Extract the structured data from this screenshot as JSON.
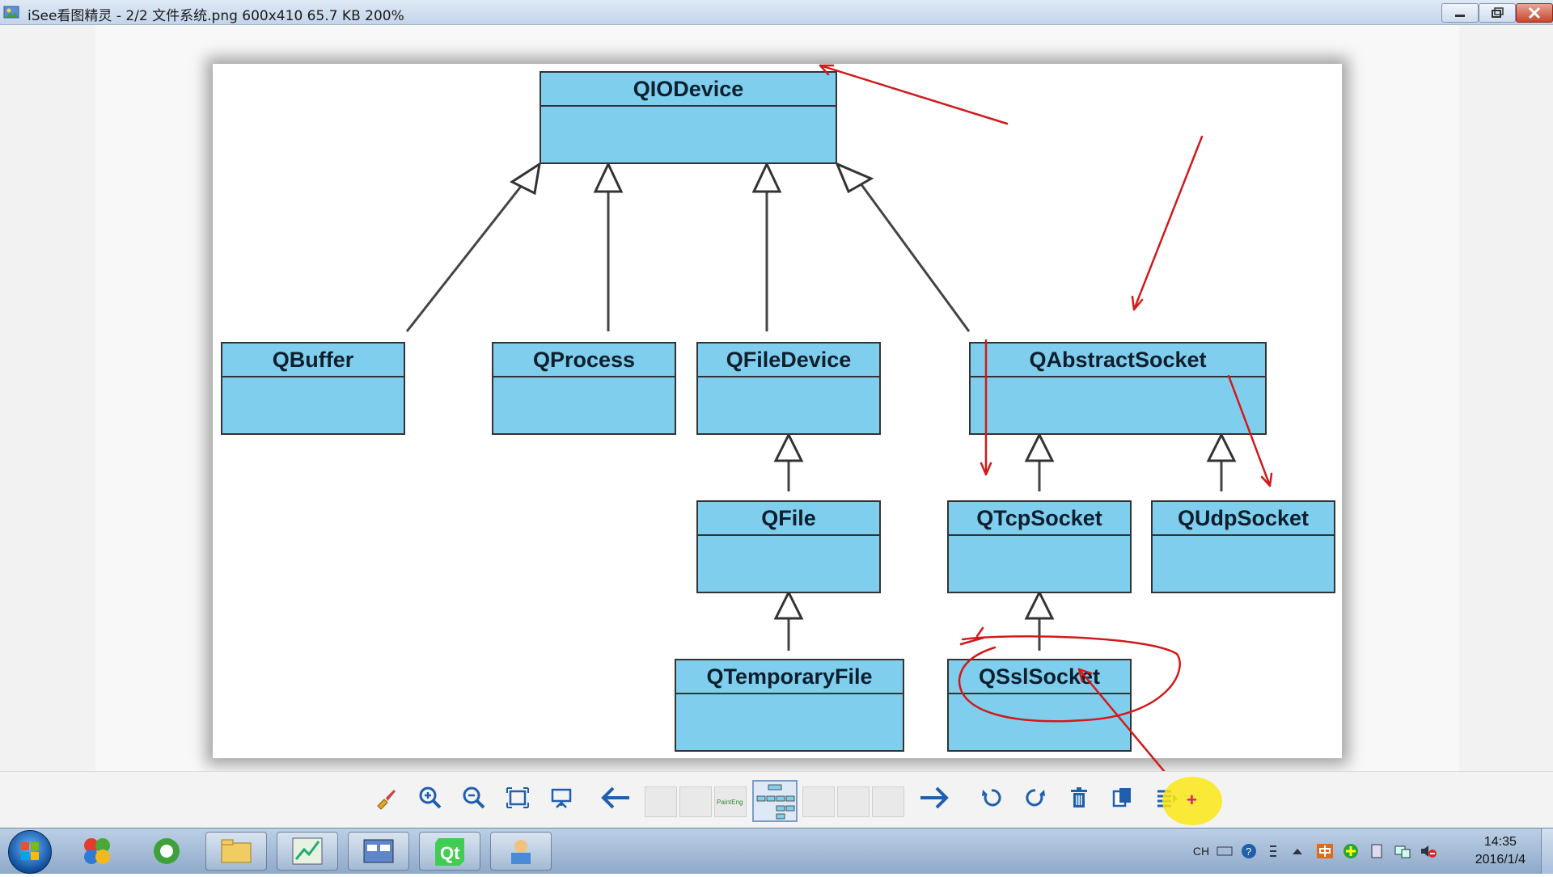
{
  "window": {
    "title": "iSee看图精灵 - 2/2  文件系统.png   600x410   65.7 KB   200%"
  },
  "diagram": {
    "classes": {
      "qiodevice": "QIODevice",
      "qbuffer": "QBuffer",
      "qprocess": "QProcess",
      "qfiledevice": "QFileDevice",
      "qabstractsocket": "QAbstractSocket",
      "qfile": "QFile",
      "qtcpsocket": "QTcpSocket",
      "qudpsocket": "QUdpSocket",
      "qtemporaryfile": "QTemporaryFile",
      "qsslsocket": "QSslSocket"
    },
    "colors": {
      "box_fill": "#80ceee",
      "box_border": "#333333",
      "annotation": "#d11a1a"
    }
  },
  "toolbar": {
    "icons": [
      "brush-icon",
      "zoom-in-icon",
      "zoom-out-icon",
      "fit-window-icon",
      "slideshow-icon",
      "prev-arrow-icon",
      "next-arrow-icon",
      "rotate-left-icon",
      "rotate-right-icon",
      "delete-icon",
      "copy-icon",
      "menu-icon"
    ],
    "thumbnail_label": "PaintEng"
  },
  "taskbar": {
    "tray_lang": "CH",
    "clock_time": "14:35",
    "clock_date": "2016/1/4"
  }
}
